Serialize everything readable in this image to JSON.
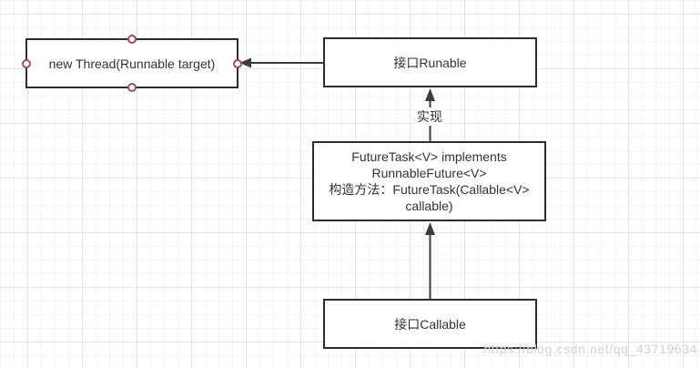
{
  "canvas": {
    "background_color": "#ffffff",
    "grid_minor_color": "#f4f4f4",
    "grid_major_color": "#e4e4e4",
    "node_border_color": "#2d2d2d",
    "connector_color": "#3b3b3b",
    "selection_handle_color": "#a84a4a",
    "text_color": "#333333",
    "watermark_color": "#d2d2d2"
  },
  "nodes": {
    "thread": {
      "label": "new Thread(Runnable target)"
    },
    "runnable": {
      "label": "接口Runable"
    },
    "futuretask": {
      "lines": [
        "FutureTask<V> implements",
        "RunnableFuture<V>",
        "构造方法：FutureTask(Callable<V>",
        "callable)"
      ]
    },
    "callable": {
      "label": "接口Callable"
    }
  },
  "edges": {
    "implements_label": "实现"
  },
  "watermark": "https://blog.csdn.net/qq_43719634"
}
